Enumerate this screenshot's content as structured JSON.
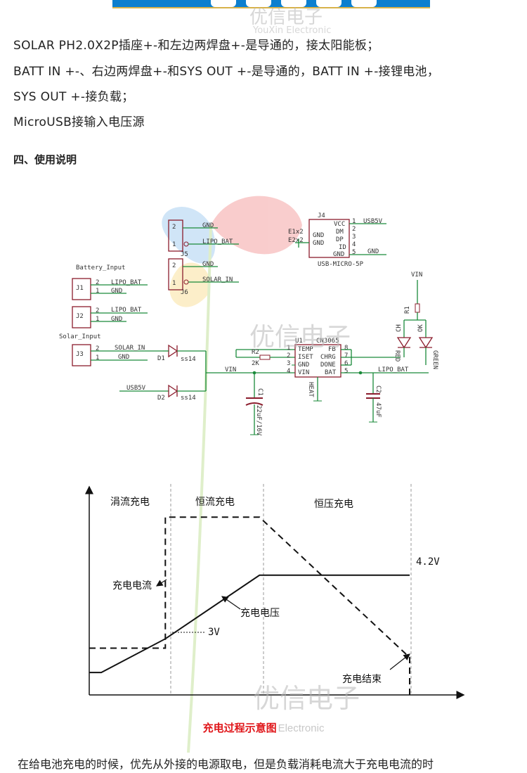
{
  "lines": [
    "SOLAR PH2.0X2P插座+-和左边两焊盘+-是导通的，接太阳能板；",
    "BATT IN +-、右边两焊盘+-和SYS OUT +-是导通的，BATT IN +-接锂电池，",
    "SYS OUT +-接负载；",
    "MicroUSB接输入电压源"
  ],
  "heading": "四、使用说明",
  "watermark": {
    "cn": "优信电子",
    "en": "YouXin Electronic",
    "en_short": "Electronic"
  },
  "schematic": {
    "j5": {
      "ref": "J5",
      "pin2": "GND",
      "pin1": "LIPO_BAT"
    },
    "j6": {
      "ref": "J6",
      "pin2": "GND",
      "pin1": "SOLAR_IN"
    },
    "j4": {
      "ref": "J4",
      "part": "USB-MICRO-5P",
      "pins": [
        "VCC",
        "DM",
        "DP",
        "ID",
        "GND"
      ],
      "nets": [
        "USB5V",
        "",
        "",
        "",
        "GND"
      ],
      "side_pins": [
        "GND",
        "GND"
      ],
      "side_nets": [
        "E1x2",
        "E2x2"
      ]
    },
    "battery_input_label": "Battery_Input",
    "solar_input_label": "Solar_Input",
    "j1": {
      "ref": "J1",
      "pin2": "LIPO_BAT",
      "pin1": "GND"
    },
    "j2": {
      "ref": "J2",
      "pin2": "LIPO_BAT",
      "pin1": "GND"
    },
    "j3": {
      "ref": "J3",
      "pin2": "SOLAR_IN",
      "pin1": "GND"
    },
    "d1": {
      "ref": "D1",
      "part": "ss14"
    },
    "d2": {
      "ref": "D2",
      "part": "ss14"
    },
    "usb_net": "USB5V",
    "vin_net": "VIN",
    "vin_top": "VIN",
    "u1": {
      "ref": "U1",
      "part": "CN3065",
      "left_pins": [
        "TEMP",
        "ISET",
        "GND",
        "VIN"
      ],
      "left_nums": [
        "1",
        "2",
        "3",
        "4"
      ],
      "right_pins": [
        "FB",
        "CHRG",
        "DONE",
        "BAT"
      ],
      "right_nums": [
        "8",
        "7",
        "6",
        "5"
      ],
      "heat": "HEAT"
    },
    "r2": {
      "ref": "R2",
      "value": "2K"
    },
    "r1": {
      "ref": "R1"
    },
    "c1": {
      "ref": "C1",
      "value": "22uF/16V"
    },
    "c2": {
      "ref": "C2",
      "value": "47uF"
    },
    "led_ch": {
      "ref": "CH",
      "color": "RED"
    },
    "led_ok": {
      "ref": "OK",
      "color": "GREEN"
    },
    "lipo_net": "LIPO_BAT"
  },
  "chart": {
    "phase_labels": [
      "涓流充电",
      "恒流充电",
      "恒压充电"
    ],
    "current_label": "充电电流",
    "voltage_label": "充电电压",
    "v_3v": "3V",
    "v_42v": "4.2V",
    "end_label": "充电结束",
    "caption": "充电过程示意图",
    "caption_wm": "Electronic"
  },
  "chart_data": {
    "type": "line",
    "title": "充电过程示意图",
    "xlabel": "",
    "ylabel": "",
    "phases": [
      "涓流充电",
      "恒流充电",
      "恒压充电"
    ],
    "series": [
      {
        "name": "充电电压",
        "style": "solid",
        "points": [
          [
            0,
            0.12
          ],
          [
            0.06,
            0.12
          ],
          [
            0.38,
            0.3
          ],
          [
            0.85,
            0.64
          ],
          [
            1.6,
            0.64
          ]
        ],
        "annotations": [
          "3V",
          "4.2V"
        ]
      },
      {
        "name": "充电电流",
        "style": "dashed",
        "points": [
          [
            0,
            0.25
          ],
          [
            0.38,
            0.25
          ],
          [
            0.38,
            0.95
          ],
          [
            0.85,
            0.95
          ],
          [
            1.6,
            0.2
          ],
          [
            1.6,
            0
          ]
        ]
      }
    ]
  },
  "bottom_text": "在给电池充电的时候，优先从外接的电源取电，但是负载消耗电流大于充电电流的时"
}
